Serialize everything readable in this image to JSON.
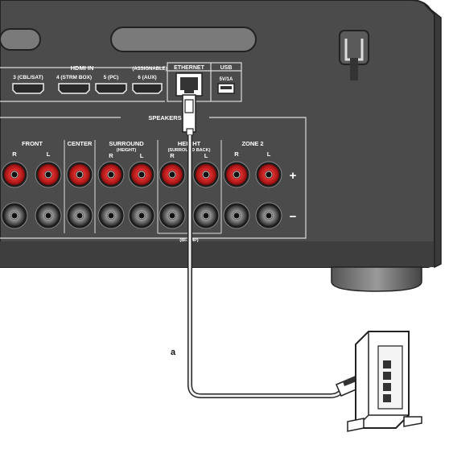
{
  "diagram": {
    "hdmi_in": {
      "header": "HDMI IN",
      "assignable": "(ASSIGNABLE)",
      "ports": [
        "3 (CBL/SAT)",
        "4 (STRM BOX)",
        "5 (PC)",
        "6 (AUX)"
      ]
    },
    "ethernet": {
      "label": "ETHERNET"
    },
    "usb": {
      "label": "USB",
      "rating": "5V/1A"
    },
    "speakers": {
      "header": "SPEAKERS",
      "groups": [
        {
          "name": "FRONT",
          "sub": "",
          "channels": [
            "R",
            "L"
          ]
        },
        {
          "name": "CENTER",
          "sub": "",
          "channels": []
        },
        {
          "name": "SURROUND",
          "sub": "(HEIGHT)",
          "channels": [
            "R",
            "L"
          ]
        },
        {
          "name": "HEIGHT",
          "sub": "(SURROUND BACK)",
          "channels": [
            "R",
            "L"
          ]
        },
        {
          "name": "ZONE 2",
          "sub": "",
          "channels": [
            "R",
            "L"
          ]
        }
      ],
      "biamp": "(BI-AMP)",
      "plus": "+",
      "minus": "−"
    },
    "cable_label": "a"
  },
  "colors": {
    "panel": "#4a4a4a",
    "panel_edge": "#2a2a2a",
    "terminal_red": "#c42020",
    "arrow_blue": "#2a7fc4",
    "cable": "#e8e8e8"
  }
}
